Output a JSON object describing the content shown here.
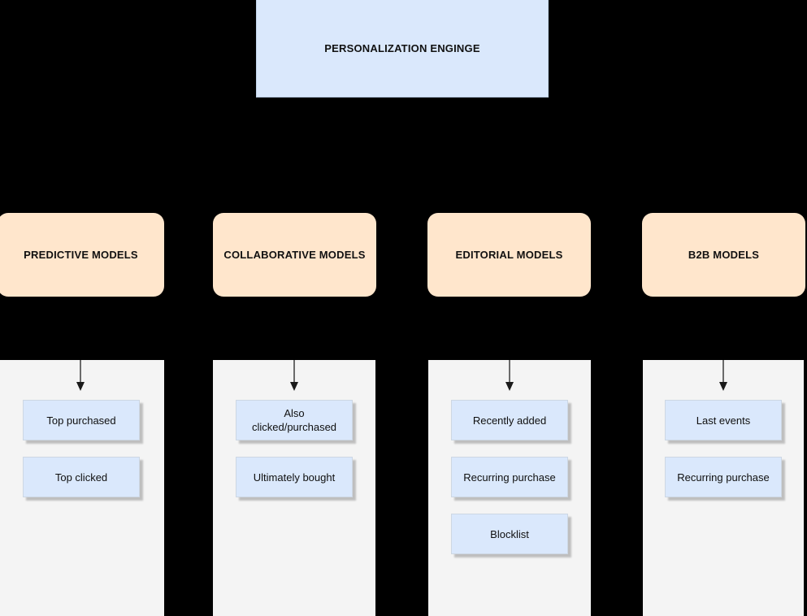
{
  "diagram": {
    "title_box": {
      "label": "PERSONALIZATION ENGINGE",
      "fill": "#dae8fc"
    },
    "model_fill": "#ffe6cc",
    "leaf_fill": "#dae8fc",
    "panel_fill": "#f4f4f4",
    "background": "#000000",
    "arrow_icon": "arrow-down-icon",
    "columns": [
      {
        "id": "predictive",
        "category": "PREDICTIVE MODELS",
        "items": [
          {
            "label": "Top purchased"
          },
          {
            "label": "Top clicked"
          }
        ]
      },
      {
        "id": "collaborative",
        "category": "COLLABORATIVE MODELS",
        "items": [
          {
            "label": "Also clicked/purchased"
          },
          {
            "label": "Ultimately bought"
          }
        ]
      },
      {
        "id": "editorial",
        "category": "EDITORIAL MODELS",
        "items": [
          {
            "label": "Recently added"
          },
          {
            "label": "Recurring purchase"
          },
          {
            "label": "Blocklist"
          }
        ]
      },
      {
        "id": "b2b",
        "category": "B2B MODELS",
        "items": [
          {
            "label": "Last events"
          },
          {
            "label": "Recurring purchase"
          }
        ]
      }
    ]
  }
}
